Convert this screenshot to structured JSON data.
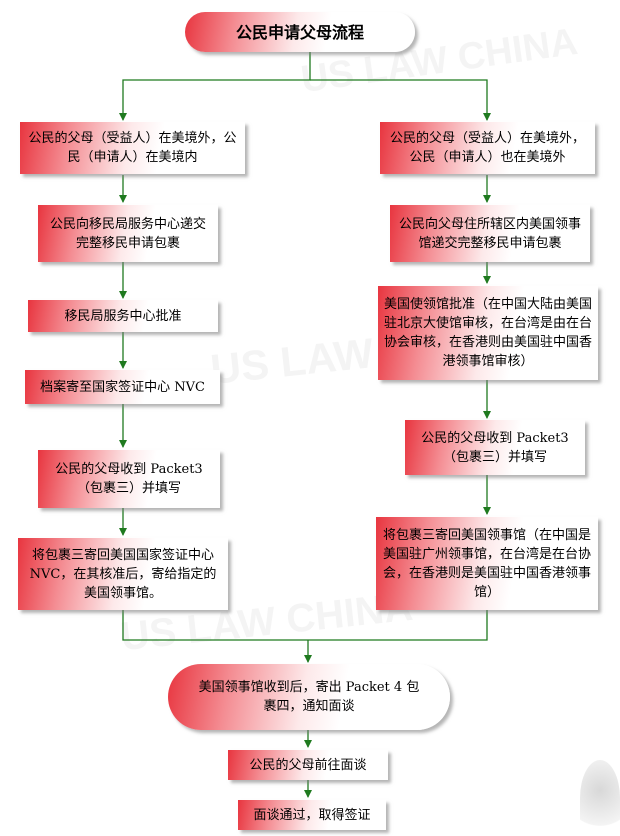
{
  "title": "公民申请父母流程",
  "watermark": "US LAW CHINA",
  "left": {
    "condition": "公民的父母（受益人）在美境外，公民（申请人）在美境内",
    "step1": "公民向移民局服务中心递交完整移民申请包裹",
    "step2": "移民局服务中心批准",
    "step3": "档案寄至国家签证中心 NVC",
    "step4": "公民的父母收到 Packet3（包裹三）并填写",
    "step5": "将包裹三寄回美国国家签证中心 NVC，在其核准后，寄给指定的美国领事馆。"
  },
  "right": {
    "condition": "公民的父母（受益人）在美境外，公民（申请人）也在美境外",
    "step1": "公民向父母住所辖区内美国领事馆递交完整移民申请包裹",
    "step2": "美国使领馆批准（在中国大陆由美国驻北京大使馆审核，在台湾是由在台协会审核，在香港则由美国驻中国香港领事馆审核）",
    "step3": "公民的父母收到 Packet3（包裹三）并填写",
    "step4": "将包裹三寄回美国领事馆（在中国是美国驻广州领事馆，在台湾是在台协会，在香港则是美国驻中国香港领事馆）"
  },
  "merge": "美国领事馆收到后，寄出 Packet 4 包裹四，通知面谈",
  "interview": "公民的父母前往面谈",
  "result": "面谈通过，取得签证",
  "colors": {
    "connector": "#1f7a1f",
    "box_red": "#e8353f",
    "shadow": "#888888"
  }
}
